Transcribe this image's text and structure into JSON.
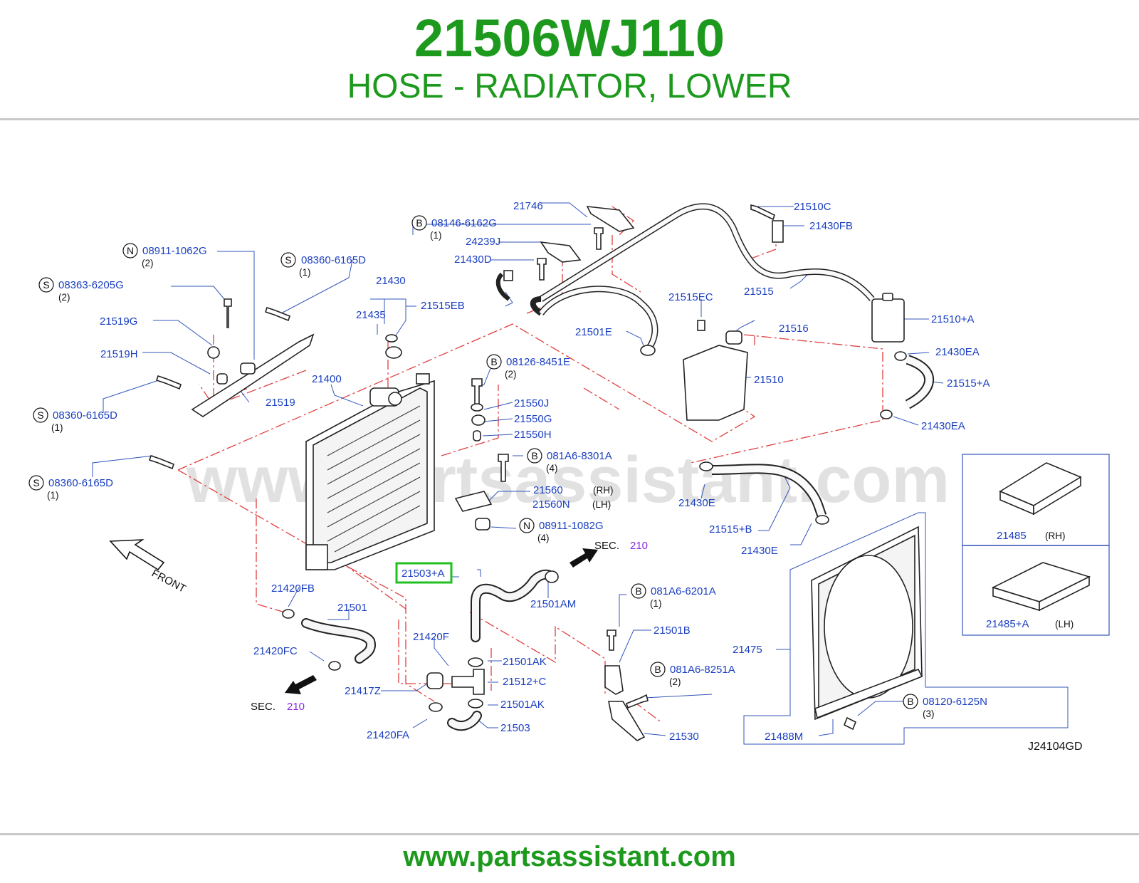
{
  "header": {
    "part_number": "21506WJ110",
    "description": "HOSE - RADIATOR, LOWER"
  },
  "footer": {
    "url": "www.partsassistant.com"
  },
  "diagram": {
    "watermark": "www.partsassistant.com",
    "diagram_code": "J24104GD",
    "front_label": "FRONT",
    "highlighted_part": "21503+A",
    "sec_left": {
      "prefix": "SEC.",
      "number": "210"
    },
    "sec_right": {
      "prefix": "SEC.",
      "number": "210"
    },
    "callouts": [
      {
        "id": "n-08911-1062G",
        "letter": "N",
        "part": "08911-1062G",
        "qty": "(2)"
      },
      {
        "id": "s-08363-6205G",
        "letter": "S",
        "part": "08363-6205G",
        "qty": "(2)"
      },
      {
        "id": "s-08360-6165D-a",
        "letter": "S",
        "part": "08360-6165D",
        "qty": "(1)"
      },
      {
        "id": "s-08360-6165D-b",
        "letter": "S",
        "part": "08360-6165D",
        "qty": "(1)"
      },
      {
        "id": "s-08360-6165D-c",
        "letter": "S",
        "part": "08360-6165D",
        "qty": "(1)"
      },
      {
        "id": "b-08146-6162G",
        "letter": "B",
        "part": "08146-6162G",
        "qty": "(1)"
      },
      {
        "id": "b-08126-8451E",
        "letter": "B",
        "part": "08126-8451E",
        "qty": "(2)"
      },
      {
        "id": "b-081A6-8301A",
        "letter": "B",
        "part": "081A6-8301A",
        "qty": "(4)"
      },
      {
        "id": "n-08911-1082G",
        "letter": "N",
        "part": "08911-1082G",
        "qty": "(4)"
      },
      {
        "id": "b-081A6-6201A",
        "letter": "B",
        "part": "081A6-6201A",
        "qty": "(1)"
      },
      {
        "id": "b-081A6-8251A",
        "letter": "B",
        "part": "081A6-8251A",
        "qty": "(2)"
      },
      {
        "id": "b-08120-6125N",
        "letter": "B",
        "part": "08120-6125N",
        "qty": "(3)"
      }
    ],
    "labels": {
      "p21746": "21746",
      "p24239J": "24239J",
      "p21430D": "21430D",
      "p21510C": "21510C",
      "p21430FB": "21430FB",
      "p21430": "21430",
      "p21435": "21435",
      "p21515EB": "21515EB",
      "p21515": "21515",
      "p21510A": "21510+A",
      "p21515EC": "21515EC",
      "p21501E": "21501E",
      "p21516": "21516",
      "p21430EA1": "21430EA",
      "p21510": "21510",
      "p21515A": "21515+A",
      "p21430EA2": "21430EA",
      "p21519G": "21519G",
      "p21519H": "21519H",
      "p21519": "21519",
      "p21400": "21400",
      "p21550J": "21550J",
      "p21550G": "21550G",
      "p21550H": "21550H",
      "p21560": "21560",
      "p21560N": "21560N",
      "rh": "(RH)",
      "lh": "(LH)",
      "p21430E1": "21430E",
      "p21515B": "21515+B",
      "p21430E2": "21430E",
      "p21485": "21485",
      "p21485rh": "(RH)",
      "p21485A": "21485+A",
      "p21485lh": "(LH)",
      "p21501AM": "21501AM",
      "p21420FB": "21420FB",
      "p21501": "21501",
      "p21420FC": "21420FC",
      "p21417Z": "21417Z",
      "p21420F": "21420F",
      "p21501AK1": "21501AK",
      "p21512C": "21512+C",
      "p21501AK2": "21501AK",
      "p21503": "21503",
      "p21420FA": "21420FA",
      "p21501B": "21501B",
      "p21530": "21530",
      "p21475": "21475",
      "p21488M": "21488M"
    }
  }
}
